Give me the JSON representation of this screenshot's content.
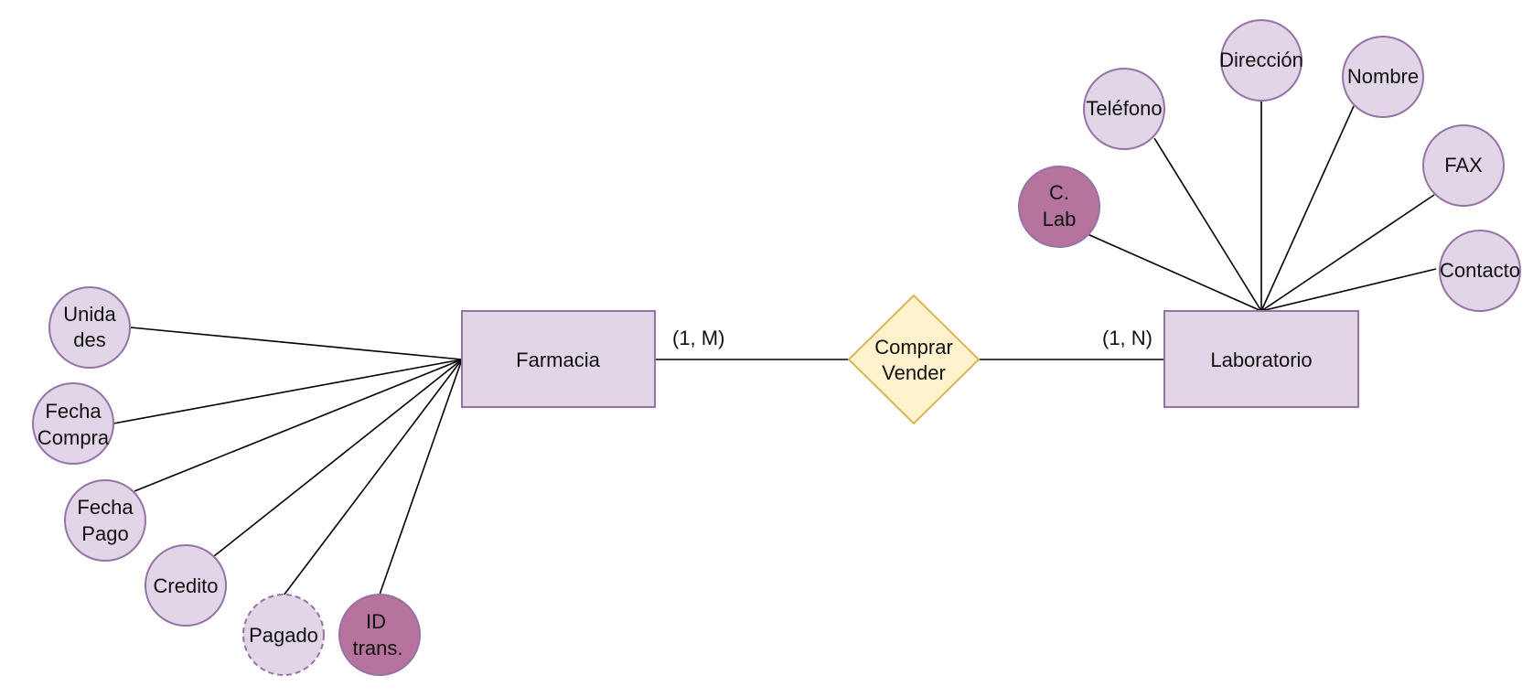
{
  "colors": {
    "entity_fill": "#e1d5e7",
    "entity_stroke": "#9673a6",
    "relation_fill": "#fff2cc",
    "relation_stroke": "#d6b656",
    "key_fill": "#b5739d",
    "line": "#000000"
  },
  "entities": {
    "farmacia": "Farmacia",
    "laboratorio": "Laboratorio"
  },
  "relationship": {
    "line1": "Comprar",
    "line2": "Vender"
  },
  "cardinality": {
    "left": "(1, M)",
    "right": "(1, N)"
  },
  "farmacia_attributes": {
    "unidades": [
      "Unida",
      "des"
    ],
    "fecha_compra": [
      "Fecha",
      "Compra"
    ],
    "fecha_pago": [
      "Fecha",
      "Pago"
    ],
    "credito": "Credito",
    "pagado": "Pagado",
    "id_trans": [
      "ID",
      "trans."
    ]
  },
  "laboratorio_attributes": {
    "c_lab": [
      "C.",
      "Lab"
    ],
    "telefono": "Teléfono",
    "direccion": "Dirección",
    "nombre": "Nombre",
    "fax": "FAX",
    "contacto": "Contacto"
  }
}
